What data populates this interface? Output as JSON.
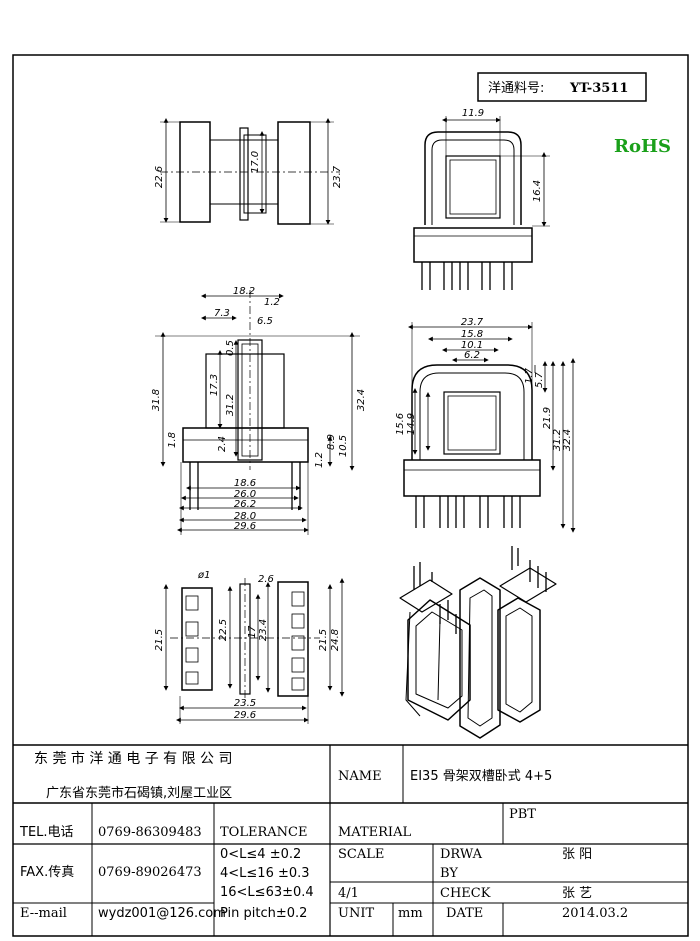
{
  "part_box": {
    "label": "洋通料号:",
    "value": "YT-3511"
  },
  "rohs": "RoHS",
  "rohs_color": "#1aa01a",
  "dims": {
    "top_left": {
      "d1": "22.6",
      "d2": "17.0",
      "d3": "23.7"
    },
    "top_right": {
      "d1": "11.9",
      "d2": "16.4"
    },
    "mid_left": {
      "a": "18.2",
      "b": "1.2",
      "c": "7.3",
      "d": "6.5",
      "e": "0.5",
      "f": "17.3",
      "g": "31.2",
      "h": "31.8",
      "i": "32.4",
      "j": "1.8",
      "k": "2.4",
      "l": "1.2",
      "m": "8.9",
      "n": "10.5",
      "o": "18.6",
      "p": "26.0",
      "q": "26.2",
      "r": "28.0",
      "s": "29.6"
    },
    "mid_right": {
      "a": "23.7",
      "b": "15.8",
      "c": "10.1",
      "d": "6.2",
      "e": "1.7",
      "f": "5.7",
      "g": "15.6",
      "h": "14.9",
      "i": "21.9",
      "j": "31.2",
      "k": "32.4"
    },
    "bottom_left": {
      "a": "ø1",
      "b": "21.5",
      "c": "22.5",
      "d": "2.6",
      "e": "17",
      "f": "23.4",
      "g": "21.5",
      "h": "24.8",
      "i": "23.5",
      "j": "29.6"
    }
  },
  "title_block": {
    "company": "东 莞 市 洋 通 电 子 有 限 公 司",
    "address": "广东省东莞市石碣镇,刘屋工业区",
    "name_label": "NAME",
    "name_value": "EI35 骨架双槽卧式 4+5",
    "pbt": "PBT",
    "tel_label": "TEL.电话",
    "tel_value": "0769-86309483",
    "tolerance_label": "TOLERANCE",
    "material_label": "MATERIAL",
    "fax_label": "FAX.传真",
    "fax_value": "0769-89026473",
    "tol1": "0<L≤4 ±0.2",
    "tol2": "4<L≤16 ±0.3",
    "tol3": "16<L≤63±0.4",
    "tol4": "Pin pitch±0.2",
    "scale_label": "SCALE",
    "scale_value": "4/1",
    "drwa_label": "DRWA",
    "by_label": "BY",
    "drawn_by": "张 阳",
    "check_label": "CHECK",
    "checked_by": "张 艺",
    "email_label": "E--mail",
    "email_value": "wydz001@126.com",
    "unit_label": "UNIT",
    "unit_value": "mm",
    "date_label": "DATE",
    "date_value": "2014.03.2"
  }
}
